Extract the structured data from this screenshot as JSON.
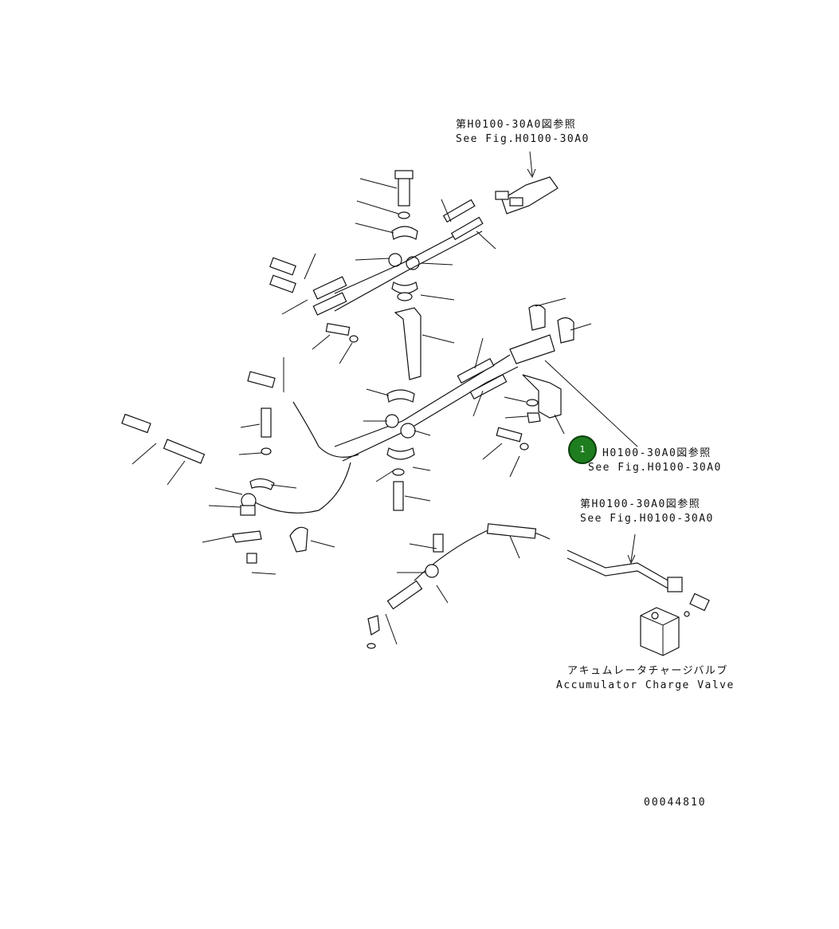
{
  "references": {
    "top": {
      "jp": "第H0100-30A0図参照",
      "en": "See Fig.H0100-30A0"
    },
    "middle": {
      "jp": "H0100-30A0図参照",
      "en": "See Fig.H0100-30A0"
    },
    "lower": {
      "jp": "第H0100-30A0図参照",
      "en": "See Fig.H0100-30A0"
    }
  },
  "valve_caption": {
    "jp": "アキュムレータチャージバルブ",
    "en": "Accumulator Charge Valve"
  },
  "part_badge": {
    "number": "1",
    "color": "#1e7d1e"
  },
  "drawing_number": "00044810"
}
